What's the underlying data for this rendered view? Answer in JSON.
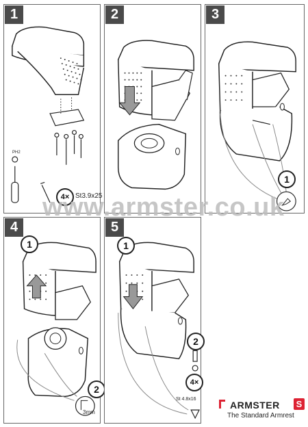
{
  "steps": [
    {
      "number": "1",
      "callouts": {
        "count": "4×",
        "screw": "St3.9x25",
        "tool": "PH2"
      }
    },
    {
      "number": "2"
    },
    {
      "number": "3",
      "callouts": {
        "sub": "1"
      }
    },
    {
      "number": "4",
      "callouts": {
        "sub1": "1",
        "sub2": "2",
        "measure": "3mm"
      }
    },
    {
      "number": "5",
      "callouts": {
        "sub1": "1",
        "sub2": "2",
        "count": "4×",
        "screw": "St 4.8x16"
      }
    }
  ],
  "watermark": "www.armster.co.uk",
  "logo": {
    "brand": "ARMSTER",
    "badge": "S",
    "tagline": "The Standard Armrest",
    "accent_color": "#dd2233"
  }
}
